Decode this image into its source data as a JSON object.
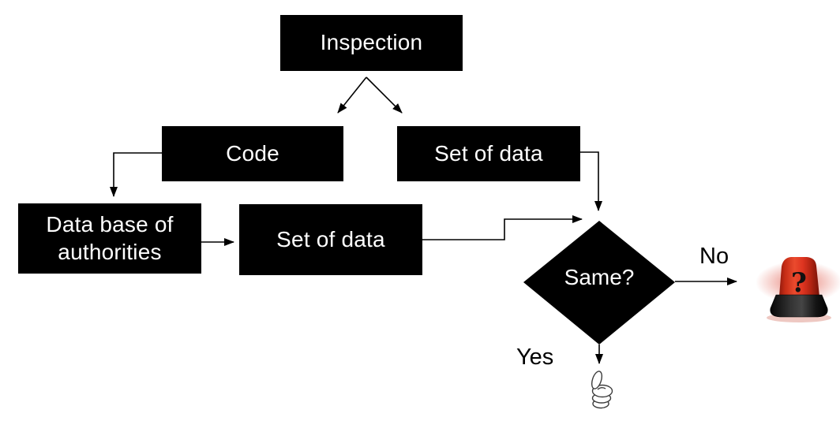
{
  "diagram": {
    "type": "flowchart",
    "background": "#ffffff",
    "line_color": "#000000",
    "node_style": {
      "bg": "#000000",
      "text_color": "#ffffff"
    },
    "nodes": {
      "inspection": {
        "label": "Inspection"
      },
      "code": {
        "label": "Code"
      },
      "set_of_data_right": {
        "label": "Set of data"
      },
      "database_of_authorities": {
        "label": "Data base of authorities"
      },
      "set_of_data_left": {
        "label": "Set of data"
      },
      "decision_same": {
        "label": "Same?"
      }
    },
    "branch_labels": {
      "no": "No",
      "yes": "Yes"
    },
    "icons": {
      "alarm_siren": {
        "name": "red-alarm-siren",
        "glyph": "?",
        "dome_color": "#d93a22",
        "base_color": "#1c1c1c",
        "glow_color": "#d9301e"
      },
      "thumbs_up": {
        "name": "thumbs-up"
      }
    },
    "edges": [
      "Inspection -> Code",
      "Inspection -> Set of data",
      "Code -> Data base of authorities",
      "Data base of authorities -> Set of data",
      "Set of data -> Same?",
      "Set of data -> Same?",
      "Same? -No-> alarm",
      "Same? -Yes-> thumbs-up"
    ]
  }
}
